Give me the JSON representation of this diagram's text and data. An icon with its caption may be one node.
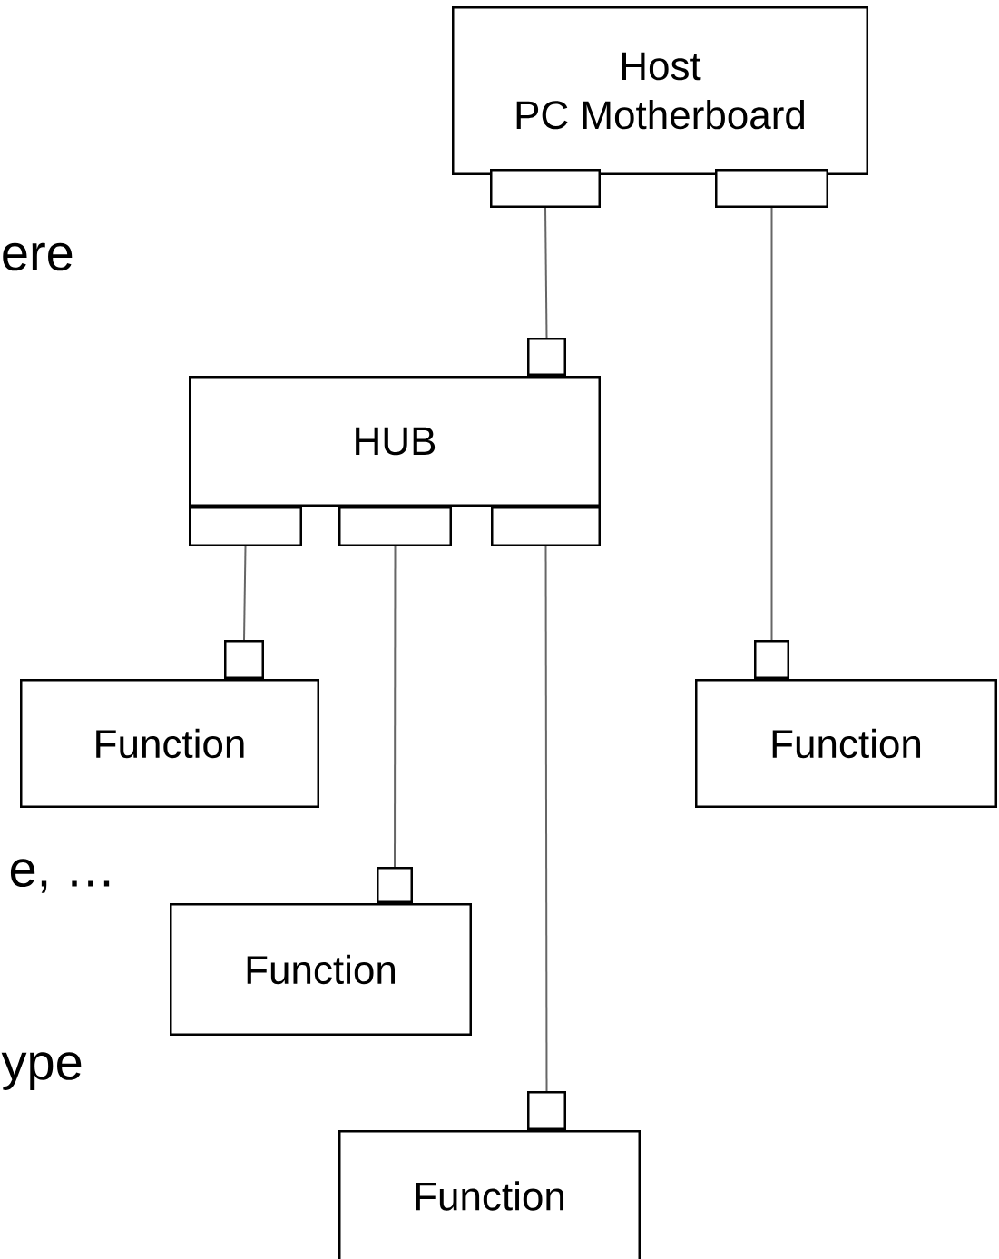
{
  "diagram": {
    "nodes": [
      {
        "text": [
          "Host",
          "PC Motherboard"
        ]
      },
      {
        "text": [],
        "shape": "box"
      },
      {
        "text": [],
        "shape": "box"
      },
      {
        "text": [],
        "shape": "box"
      },
      {
        "text": [
          "HUB"
        ]
      },
      {
        "text": [],
        "shape": "box"
      },
      {
        "text": [],
        "shape": "box"
      },
      {
        "text": [],
        "shape": "box"
      },
      {
        "text": [],
        "shape": "box"
      },
      {
        "text": [
          "Function"
        ]
      },
      {
        "text": [],
        "shape": "box"
      },
      {
        "text": [
          "Function"
        ]
      },
      {
        "text": [],
        "shape": "box"
      },
      {
        "text": [
          "Function"
        ]
      },
      {
        "text": [],
        "shape": "box"
      },
      {
        "text": [
          "Function"
        ]
      }
    ],
    "edges": [
      {
        "from": 1,
        "to": 3,
        "arrow": "none"
      },
      {
        "from": 2,
        "to": 10,
        "arrow": "none"
      },
      {
        "from": 5,
        "to": 8,
        "arrow": "none"
      },
      {
        "from": 6,
        "to": 12,
        "arrow": "none"
      },
      {
        "from": 7,
        "to": 14,
        "arrow": "none"
      }
    ],
    "labels": [
      "ere",
      "e, …",
      "ype"
    ]
  }
}
